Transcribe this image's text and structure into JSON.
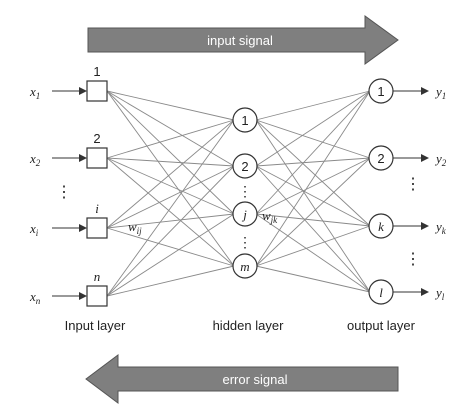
{
  "arrows": {
    "top_label": "input signal",
    "bottom_label": "error signal",
    "fill_color": "#7f7f7f"
  },
  "layers": {
    "input_label": "Input layer",
    "hidden_label": "hidden layer",
    "output_label": "output layer"
  },
  "input_nodes": [
    {
      "label": "1",
      "sym": "x",
      "sub": "1"
    },
    {
      "label": "2",
      "sym": "x",
      "sub": "2"
    },
    {
      "label": "i",
      "sym": "x",
      "sub": "i"
    },
    {
      "label": "n",
      "sym": "x",
      "sub": "n"
    }
  ],
  "hidden_nodes": [
    "1",
    "2",
    "j",
    "m"
  ],
  "output_nodes": [
    {
      "label": "1",
      "sym": "y",
      "sub": "1"
    },
    {
      "label": "2",
      "sym": "y",
      "sub": "2"
    },
    {
      "label": "k",
      "sym": "y",
      "sub": "k"
    },
    {
      "label": "l",
      "sym": "y",
      "sub": "l"
    }
  ],
  "weights": {
    "input_hidden": "w",
    "input_hidden_sub": "ij",
    "hidden_output": "w",
    "hidden_output_sub": "jk"
  },
  "ellipsis": "⋮"
}
